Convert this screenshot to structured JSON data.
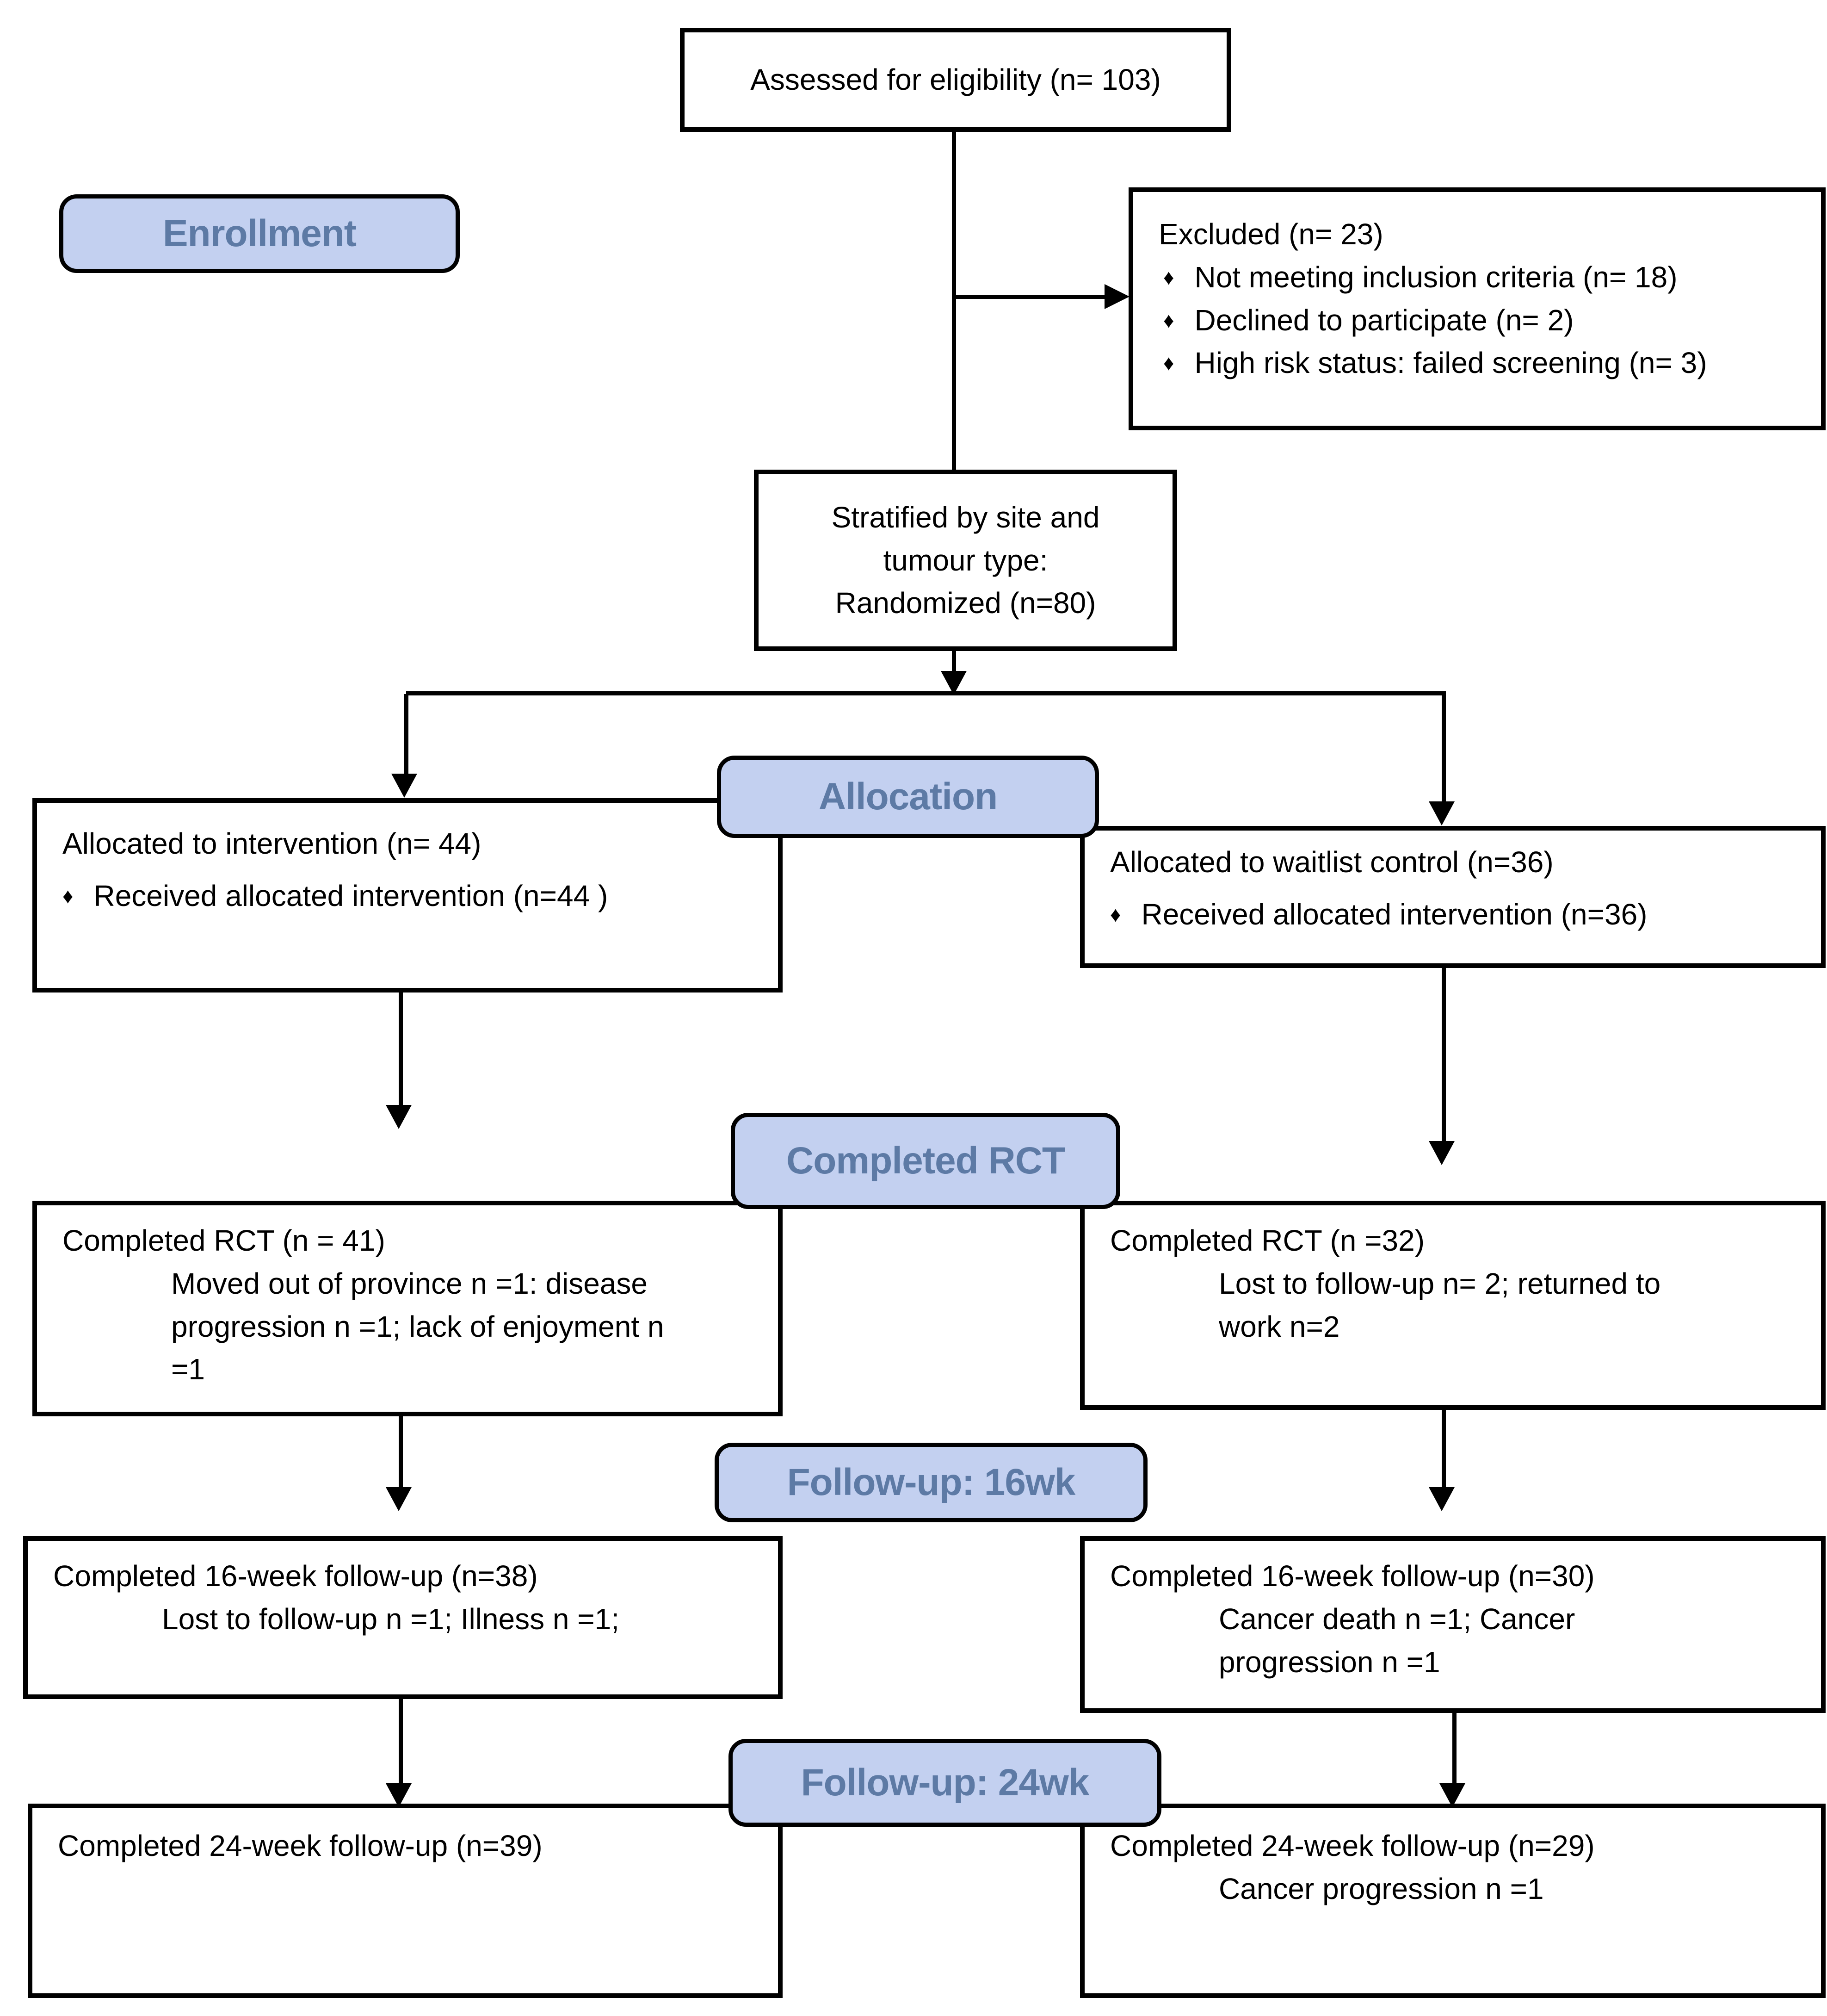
{
  "colors": {
    "label_fill": "#c3d0f0",
    "label_text": "#5d7aa5",
    "line_color": "#000000"
  },
  "glyphs": {
    "diamond_bullet": "♦"
  },
  "nodes": {
    "assessed": {
      "text": "Assessed for eligibility (n= 103)"
    },
    "enrollment_label": {
      "text": "Enrollment"
    },
    "excluded": {
      "title": "Excluded (n= 23)",
      "bullets": [
        "Not meeting inclusion criteria (n= 18)",
        "Declined to participate (n= 2)",
        "High risk status: failed screening (n= 3)"
      ]
    },
    "stratified": {
      "lines": [
        "Stratified by site and",
        "tumour type:",
        "Randomized (n=80)"
      ]
    },
    "allocation_label": {
      "text": "Allocation"
    },
    "alloc_intervention": {
      "title": "Allocated to intervention (n= 44)",
      "bullet": "Received allocated intervention (n=44 )"
    },
    "alloc_control": {
      "title": "Allocated to waitlist control (n=36)",
      "bullet": "Received allocated intervention (n=36)"
    },
    "completed_rct_label": {
      "text": "Completed RCT"
    },
    "rct_intervention": {
      "title": "Completed RCT (n = 41)",
      "details": [
        "Moved out of province n =1: disease",
        "progression n =1; lack of enjoyment n",
        "=1"
      ]
    },
    "rct_control": {
      "title": "Completed RCT (n =32)",
      "details": [
        "Lost to follow-up n= 2; returned to",
        "work n=2"
      ]
    },
    "fu16_label": {
      "text": "Follow-up: 16wk"
    },
    "fu16_intervention": {
      "title": "Completed 16-week follow-up (n=38)",
      "details": [
        "Lost to follow-up n =1; Illness n =1;"
      ]
    },
    "fu16_control": {
      "title": "Completed 16-week follow-up (n=30)",
      "details": [
        "Cancer death n =1; Cancer",
        "progression n =1"
      ]
    },
    "fu24_label": {
      "text": "Follow-up: 24wk"
    },
    "fu24_intervention": {
      "title": "Completed 24-week follow-up (n=39)"
    },
    "fu24_control": {
      "title": "Completed 24-week follow-up (n=29)",
      "details": [
        "Cancer progression n =1"
      ]
    }
  }
}
